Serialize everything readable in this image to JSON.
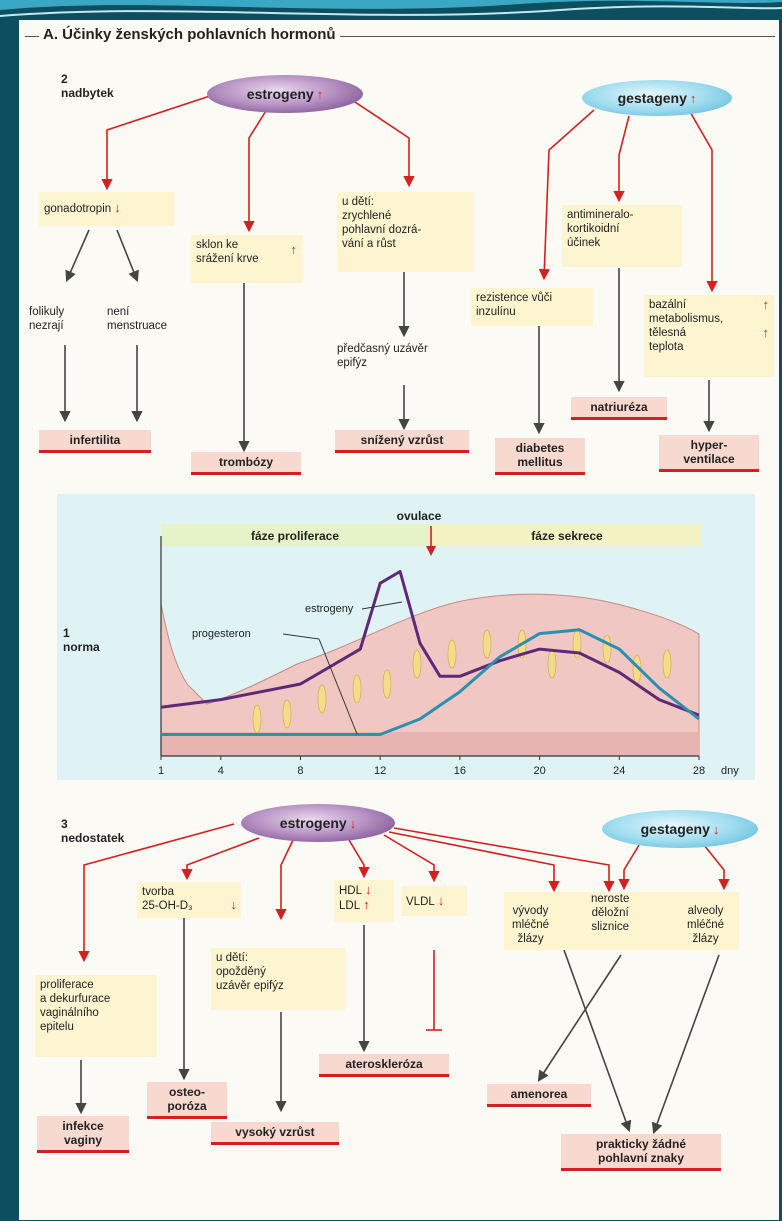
{
  "title": "A. Účinky ženských pohlavních hormonů",
  "sections": {
    "excess": {
      "number": "2",
      "label": "nadbytek"
    },
    "normal": {
      "number": "1",
      "label": "norma"
    },
    "deficit": {
      "number": "3",
      "label": "nedostatek"
    }
  },
  "excess": {
    "estrogens": "estrogeny",
    "gestagens": "gestageny",
    "gonadotropin": "gonadotropin",
    "follicles": "folikuly\nnezrají",
    "no_menstruation": "není\nmenstruace",
    "infertility": "infertilita",
    "thrombosis_tendency": "sklon ke\nsrážení krve",
    "thrombosis": "trombózy",
    "children": "u dětí:\nzrychlené\npohlavní dozrá-\nvání a růst",
    "early_closure": "předčasný uzávěr\nepifýz",
    "reduced_growth": "snížený vzrůst",
    "insulin_resistance": "rezistence vůči\ninzulínu",
    "diabetes": "diabetes\nmellitus",
    "antimineralo": "antimineralo-\nkortikoidní\núčinek",
    "natriuresis": "natriuréza",
    "basal_metabolism": "bazální\nmetabolismus,\ntělesná\nteplota",
    "hyperventilation": "hyper-\nventilace"
  },
  "chart_data": {
    "type": "line",
    "phase_proliferation": "fáze proliferace",
    "phase_secretion": "fáze sekrece",
    "ovulation": "ovulace",
    "x_ticks": [
      "1",
      "4",
      "8",
      "12",
      "16",
      "20",
      "24",
      "28"
    ],
    "x_unit": "dny",
    "series": [
      {
        "name": "estrogeny",
        "color": "#5e2a78",
        "x": [
          1,
          4,
          8,
          11,
          12,
          13,
          14,
          15,
          16,
          18,
          20,
          22,
          24,
          26,
          28
        ],
        "y": [
          0.22,
          0.26,
          0.34,
          0.52,
          0.86,
          0.92,
          0.55,
          0.38,
          0.38,
          0.46,
          0.52,
          0.5,
          0.4,
          0.26,
          0.18
        ]
      },
      {
        "name": "progesteron",
        "color": "#2a8fb0",
        "x": [
          1,
          4,
          8,
          12,
          14,
          16,
          18,
          20,
          22,
          24,
          26,
          28
        ],
        "y": [
          0.08,
          0.08,
          0.08,
          0.08,
          0.16,
          0.3,
          0.48,
          0.6,
          0.62,
          0.52,
          0.32,
          0.16
        ]
      }
    ]
  },
  "deficit": {
    "estrogens": "estrogeny",
    "gestagens": "gestageny",
    "proliferation": "proliferace\na dekurfurace\nvaginálního\nepitelu",
    "vaginal_infection": "infekce\nvaginy",
    "formation": "tvorba\n25-OH-D₃",
    "osteoporosis": "osteo-\nporóza",
    "children": "u dětí:\nopožděný\nuzávěr epifýz",
    "tall_stature": "vysoký vzrůst",
    "hdl": "HDL",
    "ldl": "LDL",
    "vldl": "VLDL",
    "atherosclerosis": "ateroskleróza",
    "milk_ducts": "vývody\nmléčné\nžlázy",
    "endometrium": "neroste\nděložní\nsliznice",
    "alveoli": "alveoly\nmléčné\nžlázy",
    "amenorrhea": "amenorea",
    "no_sex_signs": "prakticky žádné\npohlavní znaky"
  }
}
